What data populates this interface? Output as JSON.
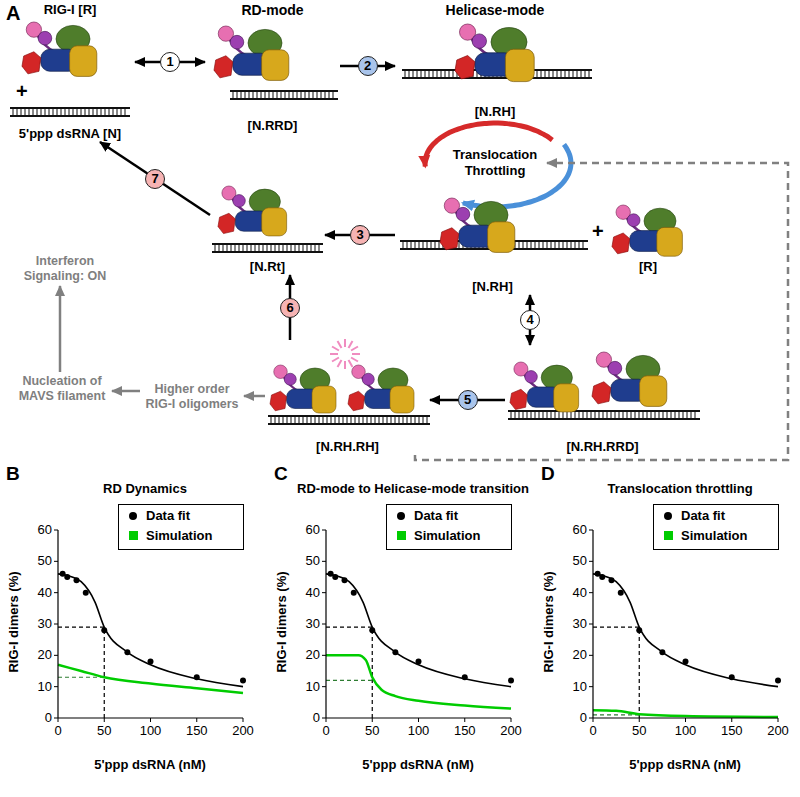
{
  "diagram": {
    "nodes": [
      {
        "text": [
          "RIG-I [R]",
          "5'ppp dsRNA [N]"
        ]
      },
      {
        "text": [
          "RD-mode",
          "[N.RRD]"
        ]
      },
      {
        "text": [
          "Helicase-mode",
          "[N.RH]"
        ]
      },
      {
        "text": [
          "Translocation Throttling"
        ]
      },
      {
        "text": [
          "[N.RH]"
        ]
      },
      {
        "text": [
          "[N.Rt]"
        ]
      },
      {
        "text": [
          "[N.RH.RRD]"
        ]
      },
      {
        "text": [
          "[N.RH.RH]"
        ]
      },
      {
        "text": [
          "Higher order RIG-I oligomers"
        ]
      },
      {
        "text": [
          "Nucleation of MAVS filament"
        ]
      },
      {
        "text": [
          "Interferon Signaling: ON"
        ]
      }
    ],
    "edges": [
      {
        "from": 0,
        "to": 1,
        "label": "1",
        "arrow": "both"
      },
      {
        "from": 1,
        "to": 2,
        "label": "2",
        "arrow": "to"
      },
      {
        "from": 4,
        "to": 5,
        "label": "3",
        "arrow": "to"
      },
      {
        "from": 4,
        "to": 6,
        "label": "4",
        "arrow": "both"
      },
      {
        "from": 6,
        "to": 7,
        "label": "5",
        "arrow": "to"
      },
      {
        "from": 7,
        "to": 5,
        "label": "6",
        "arrow": "to"
      },
      {
        "from": 5,
        "to": 0,
        "label": "7",
        "arrow": "to"
      },
      {
        "from": 7,
        "to": 8,
        "arrow": "to"
      },
      {
        "from": 8,
        "to": 9,
        "arrow": "to"
      },
      {
        "from": 9,
        "to": 10,
        "arrow": "to"
      },
      {
        "from": 7,
        "to": 3,
        "arrow": "to"
      }
    ],
    "labels": [
      "A",
      "+",
      "+",
      "[R]",
      "B",
      "RD Dynamics",
      "RIG-I dimers (%)",
      "5'ppp dsRNA (nM)",
      "0",
      "10",
      "20",
      "30",
      "40",
      "50",
      "60",
      "0",
      "50",
      "100",
      "150",
      "200",
      "C",
      "RD-mode to Helicase-mode transition",
      "RIG-I dimers (%)",
      "5'ppp dsRNA (nM)",
      "0",
      "10",
      "20",
      "30",
      "40",
      "50",
      "60",
      "0",
      "50",
      "100",
      "150",
      "200",
      "D",
      "Translocation throttling",
      "RIG-I dimers (%)",
      "5'ppp dsRNA (nM)",
      "0",
      "10",
      "20",
      "30",
      "40",
      "50",
      "60",
      "0",
      "50",
      "100",
      "150",
      "200"
    ],
    "legend": [
      {
        "text": "Data fit"
      },
      {
        "text": "Simulation",
        "color": "#00cc00"
      },
      {
        "text": "Data fit"
      },
      {
        "text": "Simulation",
        "color": "#00cc00"
      },
      {
        "text": "Data fit"
      },
      {
        "text": "Simulation",
        "color": "#00cc00"
      }
    ]
  }
}
